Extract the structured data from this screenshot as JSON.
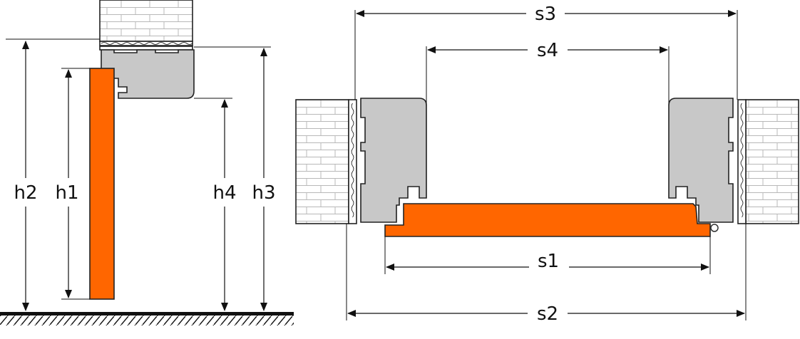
{
  "labels": {
    "h1": "h1",
    "h2": "h2",
    "h3": "h3",
    "h4": "h4",
    "s1": "s1",
    "s2": "s2",
    "s3": "s3",
    "s4": "s4"
  },
  "colors": {
    "door_leaf": "#ff6600",
    "frame": "#c8c8c8",
    "wall_fill": "#ffffff",
    "line": "#111111"
  }
}
